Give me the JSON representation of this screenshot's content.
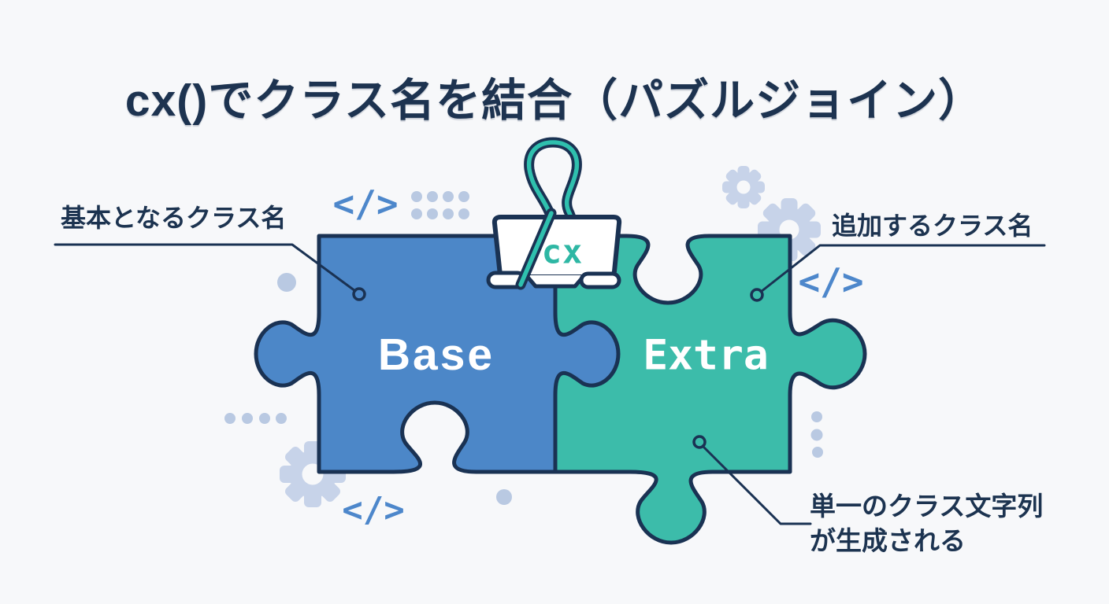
{
  "title": {
    "text": "cx()でクラス名を結合（パズルジョイン）"
  },
  "puzzle": {
    "base_piece": {
      "label": "Base",
      "color": "#4c87c8"
    },
    "extra_piece": {
      "label": "Extra",
      "color": "#3cbcaa"
    },
    "joiner_clip": {
      "label": "cx",
      "color": "#2eb7a4"
    }
  },
  "annotations": {
    "base": {
      "text": "基本となるクラス名"
    },
    "extra": {
      "text": "追加するクラス名"
    },
    "result": {
      "line1": "単一のクラス文字列",
      "line2": "が生成される"
    }
  },
  "decorations": {
    "code_icon_glyph": "</>",
    "code_icon_color": "#4d87cb",
    "dot_color": "#b9c9e2",
    "gear_color": "#c7d3e9"
  },
  "colors": {
    "background": "#f7f8fa",
    "outline_navy": "#1a3253",
    "title_text": "#1d3350",
    "clip_wire_teal": "#2fc0ae"
  }
}
